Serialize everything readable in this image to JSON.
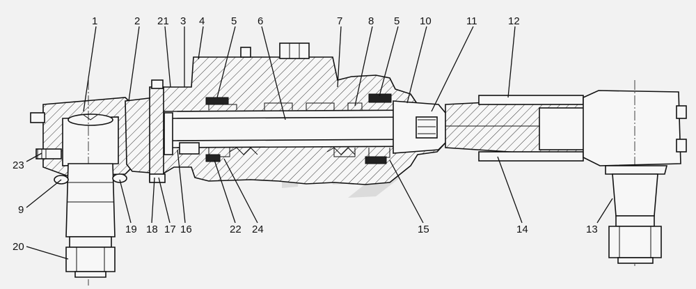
{
  "callouts_top": [
    "1",
    "2",
    "21",
    "3",
    "4",
    "5",
    "6",
    "7",
    "8",
    "5",
    "10",
    "11",
    "12"
  ],
  "callouts_left": [
    "23",
    "9",
    "20"
  ],
  "callouts_bottom": [
    "19",
    "18",
    "17",
    "16",
    "22",
    "24",
    "15",
    "14",
    "13"
  ],
  "watermark_color": "#c9c9c9"
}
